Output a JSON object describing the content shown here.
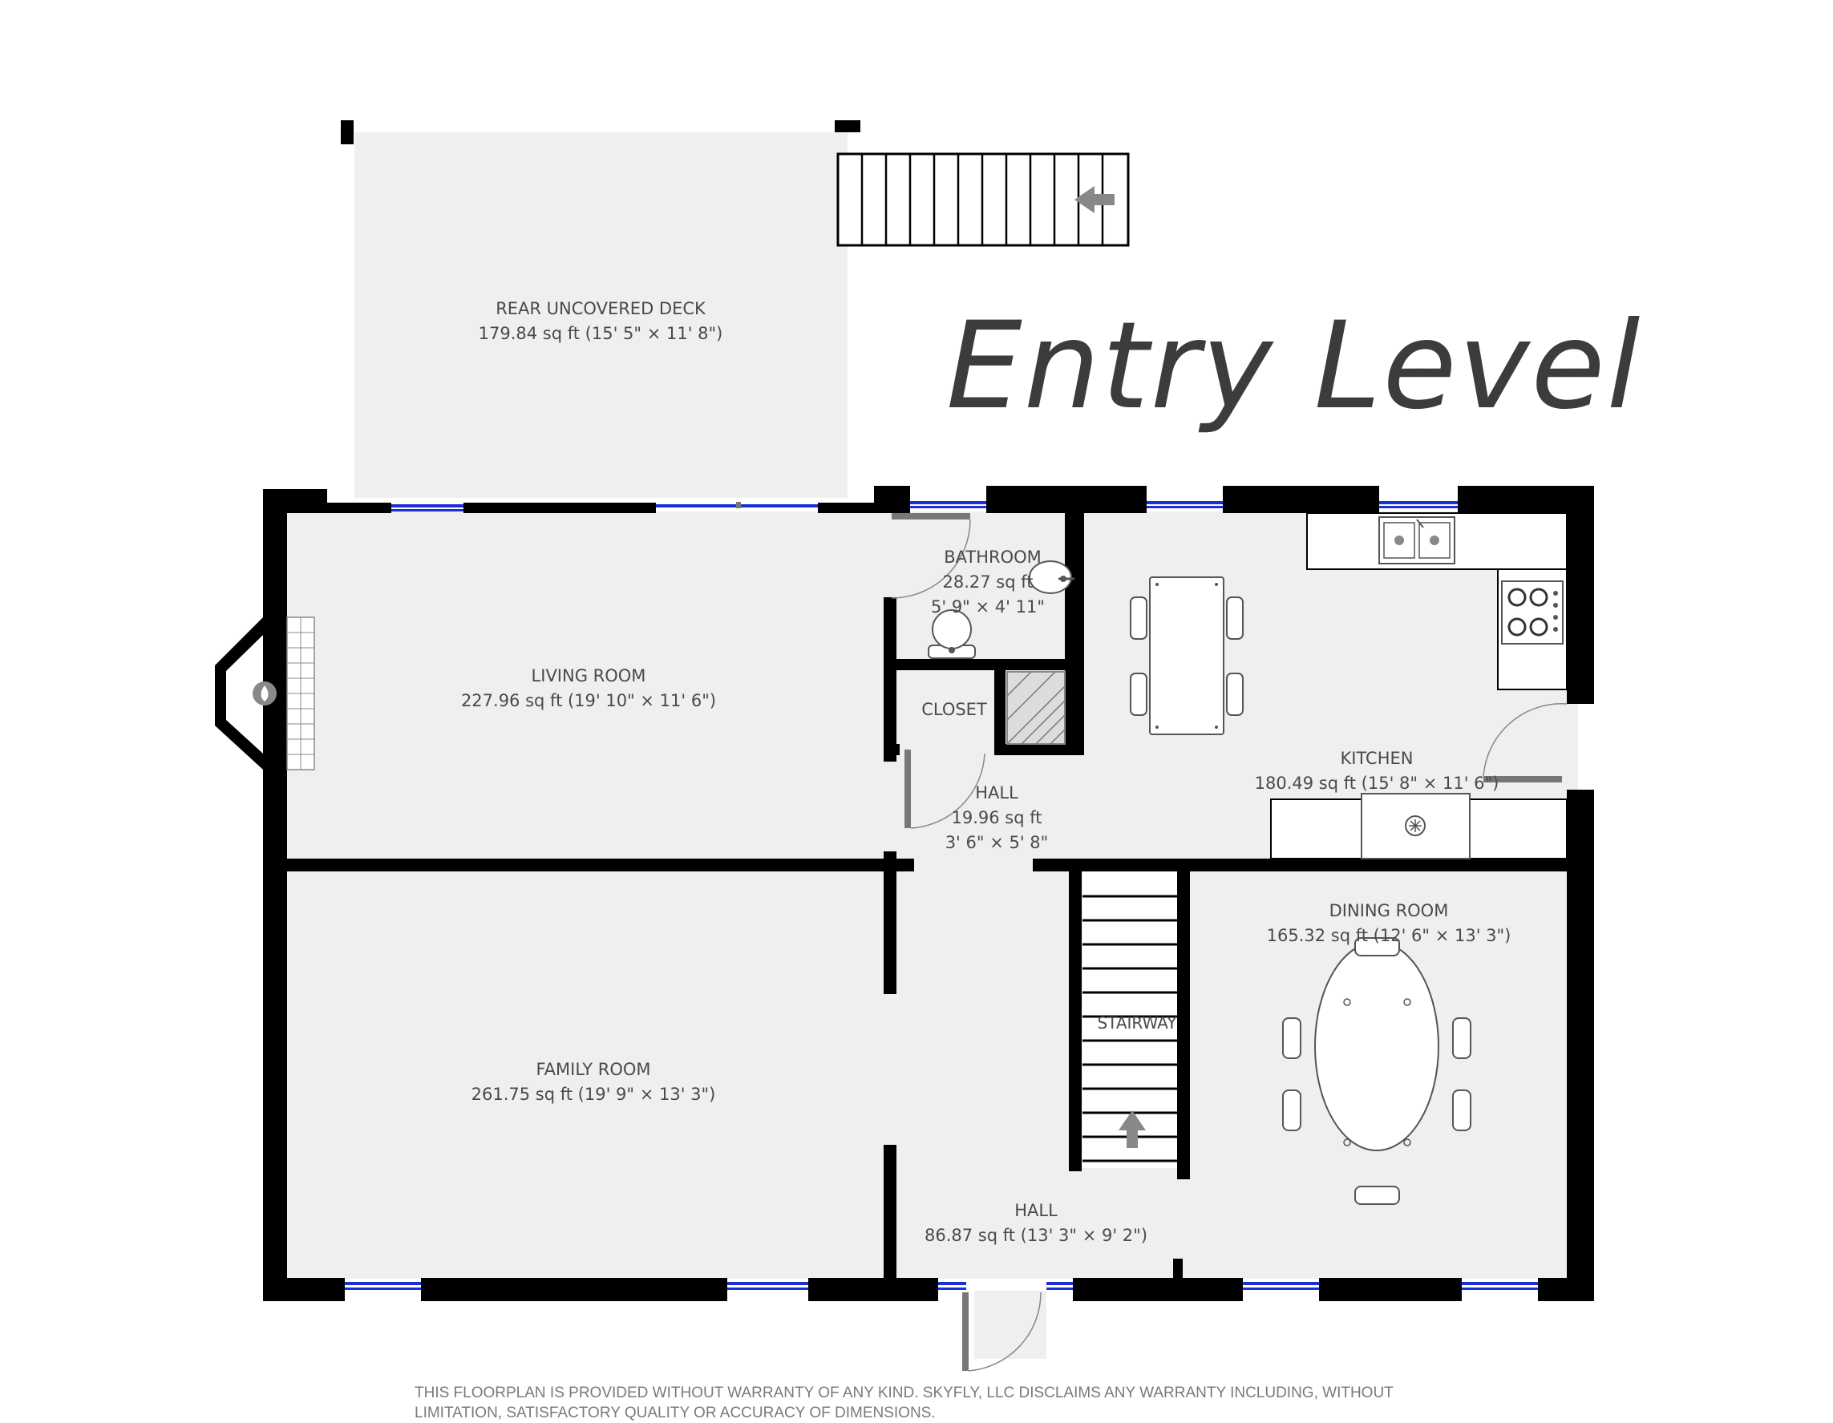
{
  "title": "Entry Level",
  "disclaimer": "THIS FLOORPLAN IS PROVIDED WITHOUT WARRANTY OF ANY KIND. SKYFLY, LLC DISCLAIMS ANY WARRANTY INCLUDING, WITHOUT LIMITATION, SATISFACTORY QUALITY OR ACCURACY OF DIMENSIONS.",
  "colors": {
    "wall": "#000000",
    "floor": "#efefef",
    "window": "#1a2fd6",
    "text": "#4a4a4a",
    "title": "#3c3c3c"
  },
  "rooms": {
    "deck": {
      "name": "REAR UNCOVERED DECK",
      "size": "179.84 sq ft (15' 5\" × 11' 8\")"
    },
    "living": {
      "name": "LIVING ROOM",
      "size": "227.96 sq ft (19' 10\" × 11' 6\")"
    },
    "family": {
      "name": "FAMILY ROOM",
      "size": "261.75 sq ft (19' 9\" × 13' 3\")"
    },
    "bathroom": {
      "name": "BATHROOM",
      "size": "28.27 sq ft",
      "dims": "5' 9\" × 4' 11\""
    },
    "closet": {
      "name": "CLOSET"
    },
    "hall_small": {
      "name": "HALL",
      "size": "19.96 sq ft",
      "dims": "3' 6\" × 5' 8\""
    },
    "kitchen": {
      "name": "KITCHEN",
      "size": "180.49 sq ft (15' 8\" × 11' 6\")"
    },
    "dining": {
      "name": "DINING ROOM",
      "size": "165.32 sq ft (12' 6\" × 13' 3\")"
    },
    "stairway": {
      "name": "STAIRWAY"
    },
    "hall_main": {
      "name": "HALL",
      "size": "86.87 sq ft (13' 3\" × 9' 2\")"
    }
  },
  "icons": [
    "fireplace-icon",
    "toilet-icon",
    "sink-icon",
    "stove-icon",
    "dining-table-icon",
    "stair-up-arrow-icon",
    "deck-stair-arrow-icon"
  ]
}
